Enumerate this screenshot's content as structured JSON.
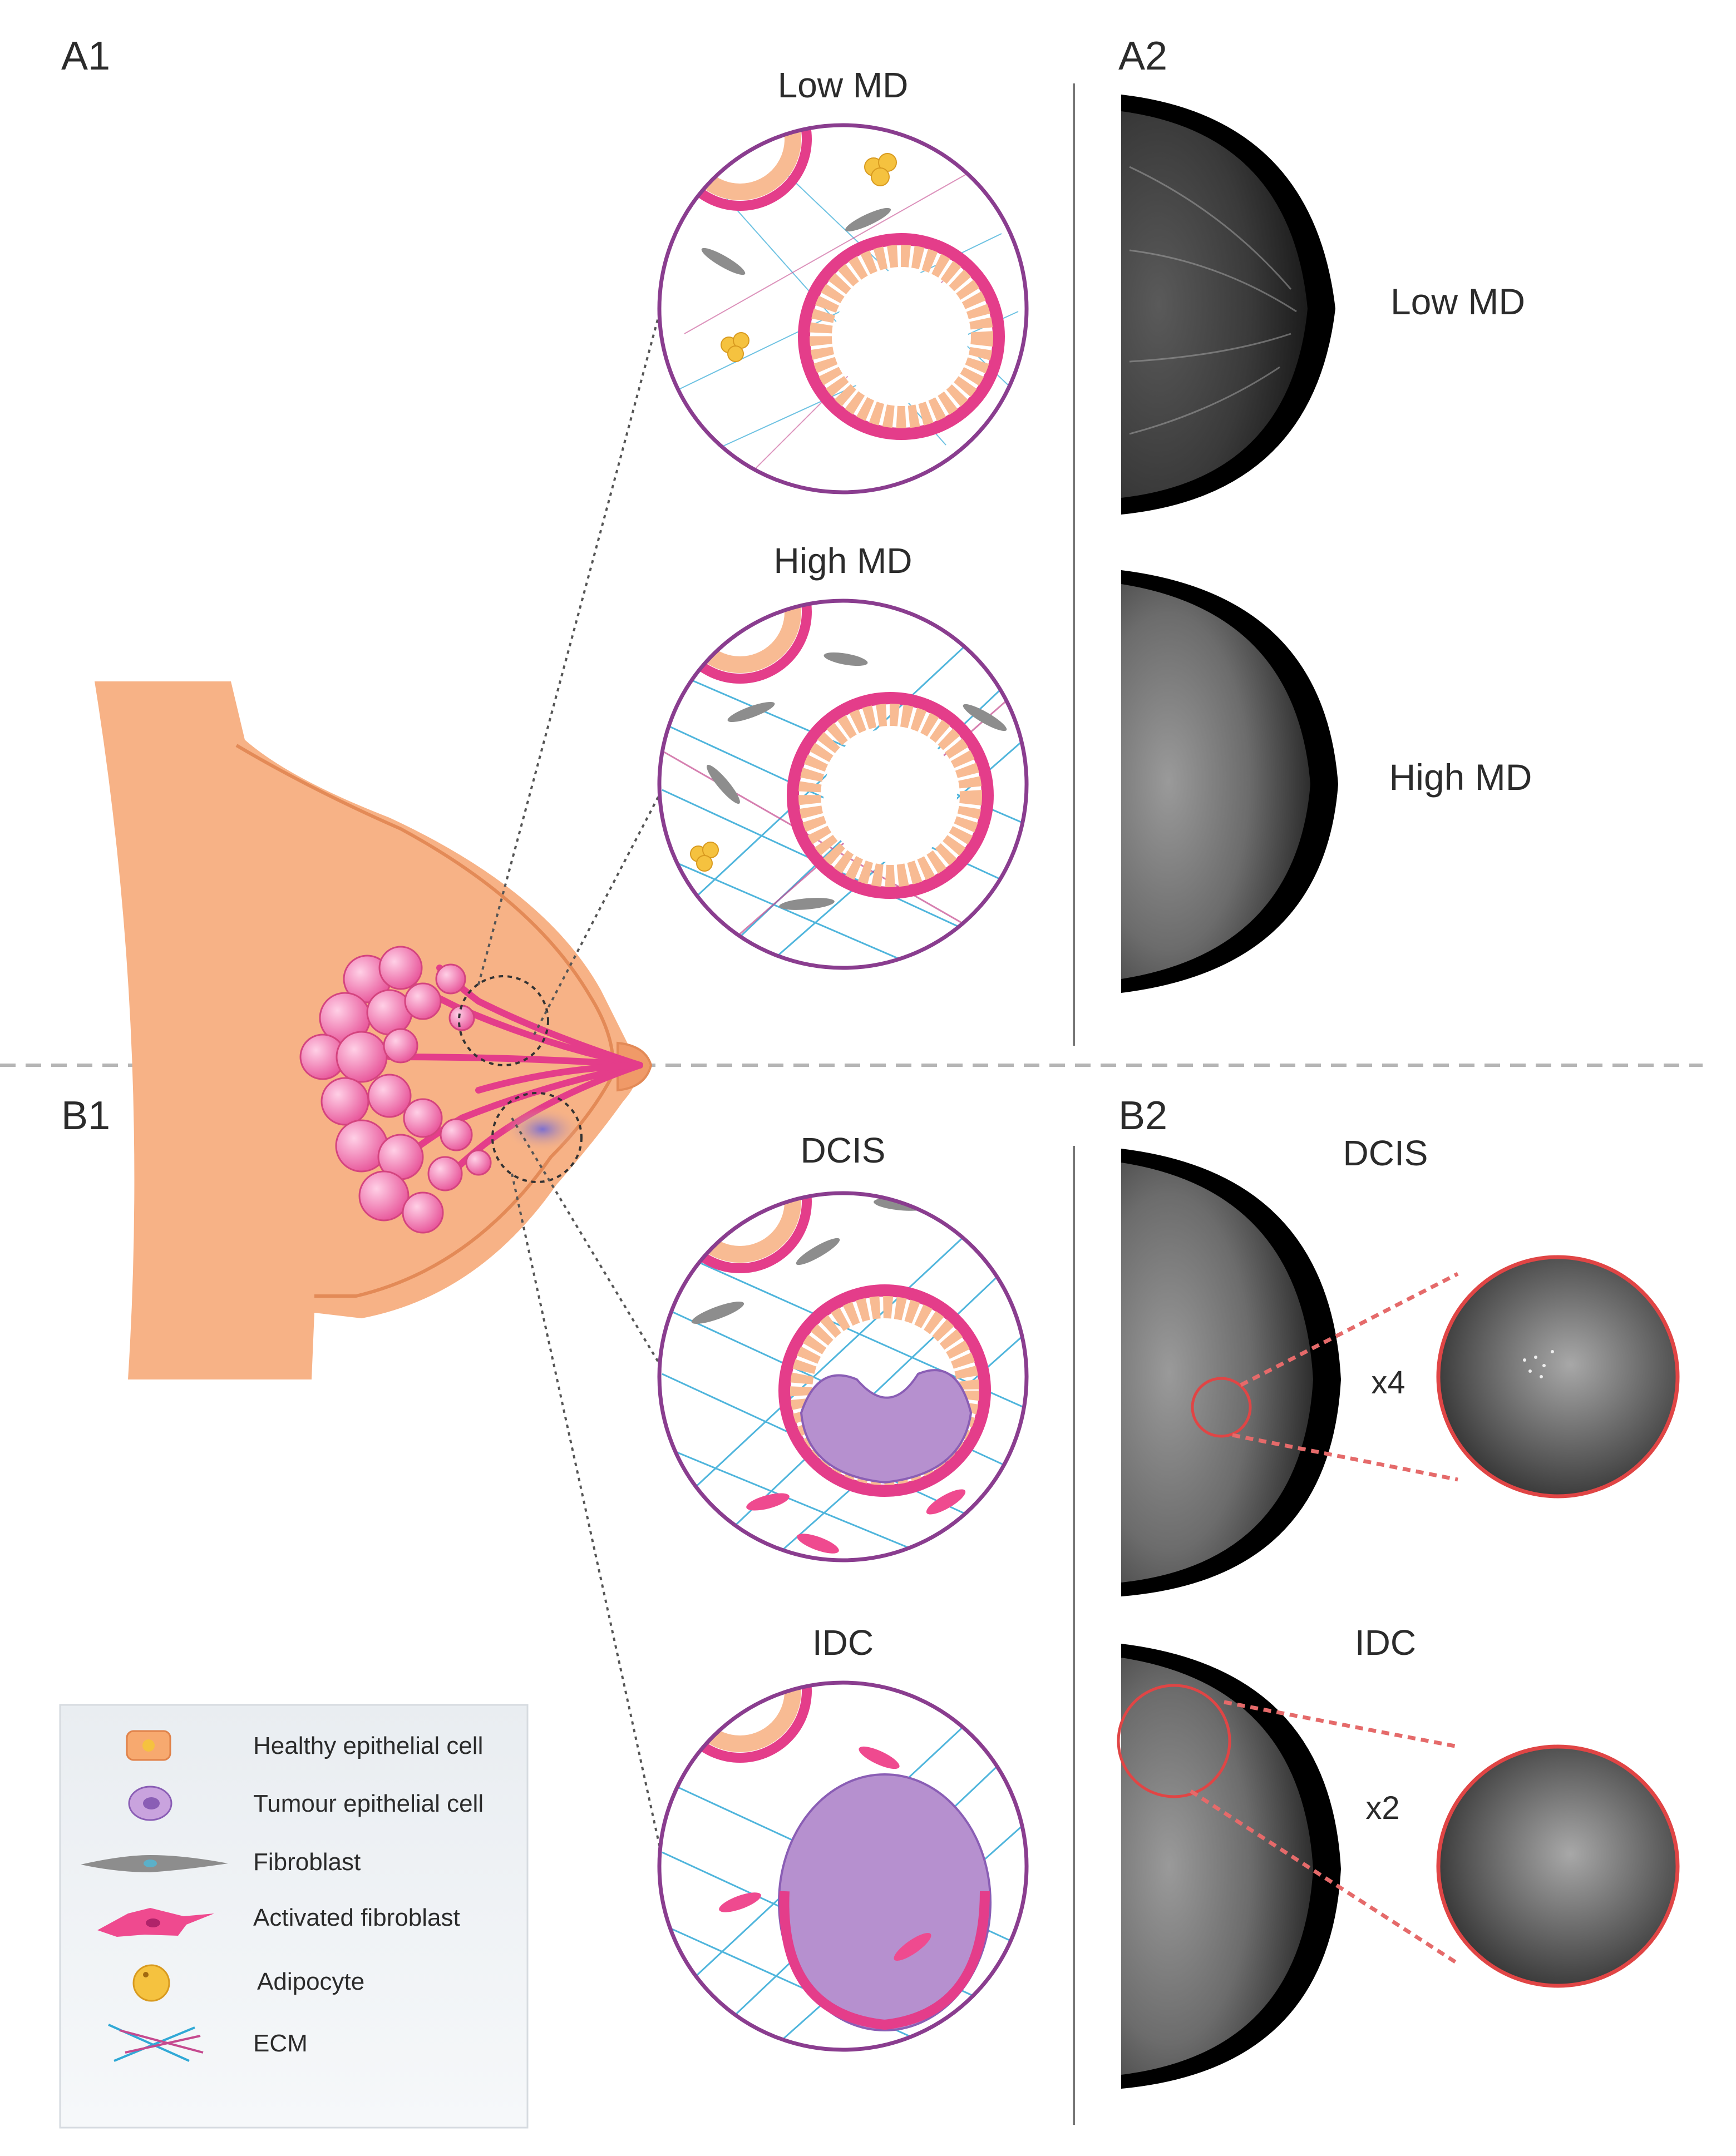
{
  "panels": {
    "a1": "A1",
    "a2": "A2",
    "b1": "B1",
    "b2": "B2"
  },
  "tissue_views": {
    "low_md": "Low MD",
    "high_md": "High MD",
    "dcis": "DCIS",
    "idc": "IDC"
  },
  "mammograms": {
    "low_md": "Low MD",
    "high_md": "High MD",
    "dcis": "DCIS",
    "idc": "IDC",
    "dcis_zoom": "x4",
    "idc_zoom": "x2"
  },
  "legend": [
    {
      "label": "Healthy epithelial cell",
      "icon": "healthy-epithelial-cell-icon"
    },
    {
      "label": "Tumour epithelial cell",
      "icon": "tumour-epithelial-cell-icon"
    },
    {
      "label": "Fibroblast",
      "icon": "fibroblast-icon"
    },
    {
      "label": "Activated fibroblast",
      "icon": "activated-fibroblast-icon"
    },
    {
      "label": "Adipocyte",
      "icon": "adipocyte-icon"
    },
    {
      "label": "ECM",
      "icon": "ecm-icon"
    }
  ],
  "colors": {
    "skin": "#f7b286",
    "skin_outline": "#e9905c",
    "duct": "#e43d8a",
    "circle_border": "#8a3d8f",
    "ecm_blue": "#31a9d6",
    "ecm_pink": "#c54a8f",
    "tumour": "#b690cf",
    "adipocyte": "#f5c23f",
    "zoom_red": "#e04545"
  }
}
